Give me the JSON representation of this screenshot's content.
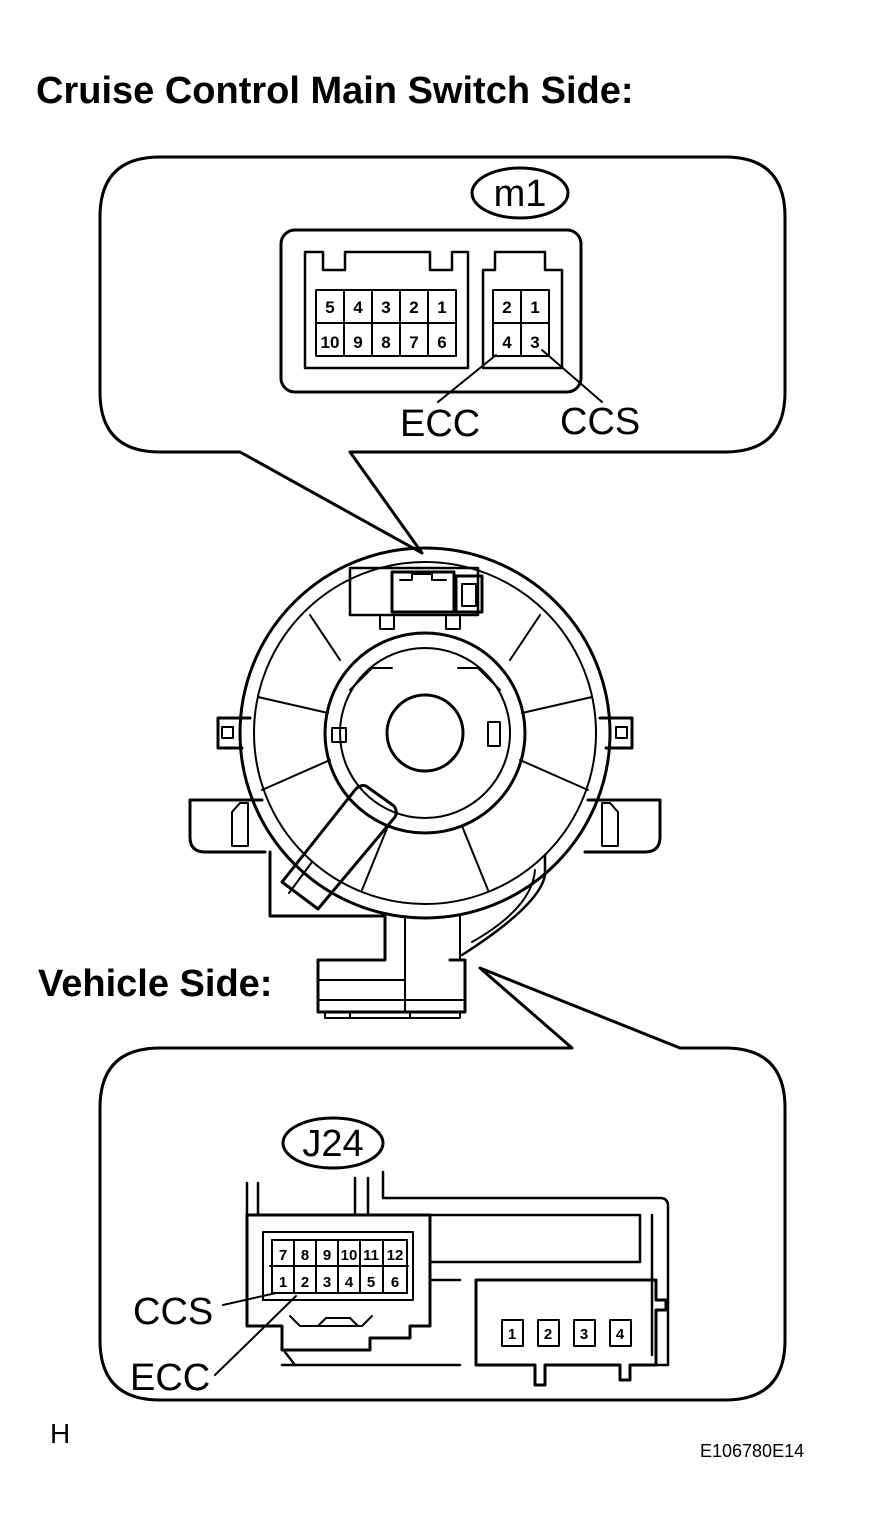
{
  "headings": {
    "top": "Cruise Control Main Switch Side:",
    "middle": "Vehicle Side:"
  },
  "connector_m1": {
    "id": "m1",
    "main_block": {
      "row1": [
        "5",
        "4",
        "3",
        "2",
        "1"
      ],
      "row2": [
        "10",
        "9",
        "8",
        "7",
        "6"
      ]
    },
    "small_block": {
      "row1": [
        "2",
        "1"
      ],
      "row2": [
        "4",
        "3"
      ]
    },
    "labels": {
      "left": "ECC",
      "right": "CCS"
    }
  },
  "connector_j24": {
    "id": "J24",
    "main_block": {
      "row1": [
        "7",
        "8",
        "9",
        "10",
        "11",
        "12"
      ],
      "row2": [
        "1",
        "2",
        "3",
        "4",
        "5",
        "6"
      ]
    },
    "side_block": [
      "1",
      "2",
      "3",
      "4"
    ],
    "labels": {
      "upper": "CCS",
      "lower": "ECC"
    }
  },
  "footer": {
    "left_mark": "H",
    "figure_code": "E106780E14"
  }
}
